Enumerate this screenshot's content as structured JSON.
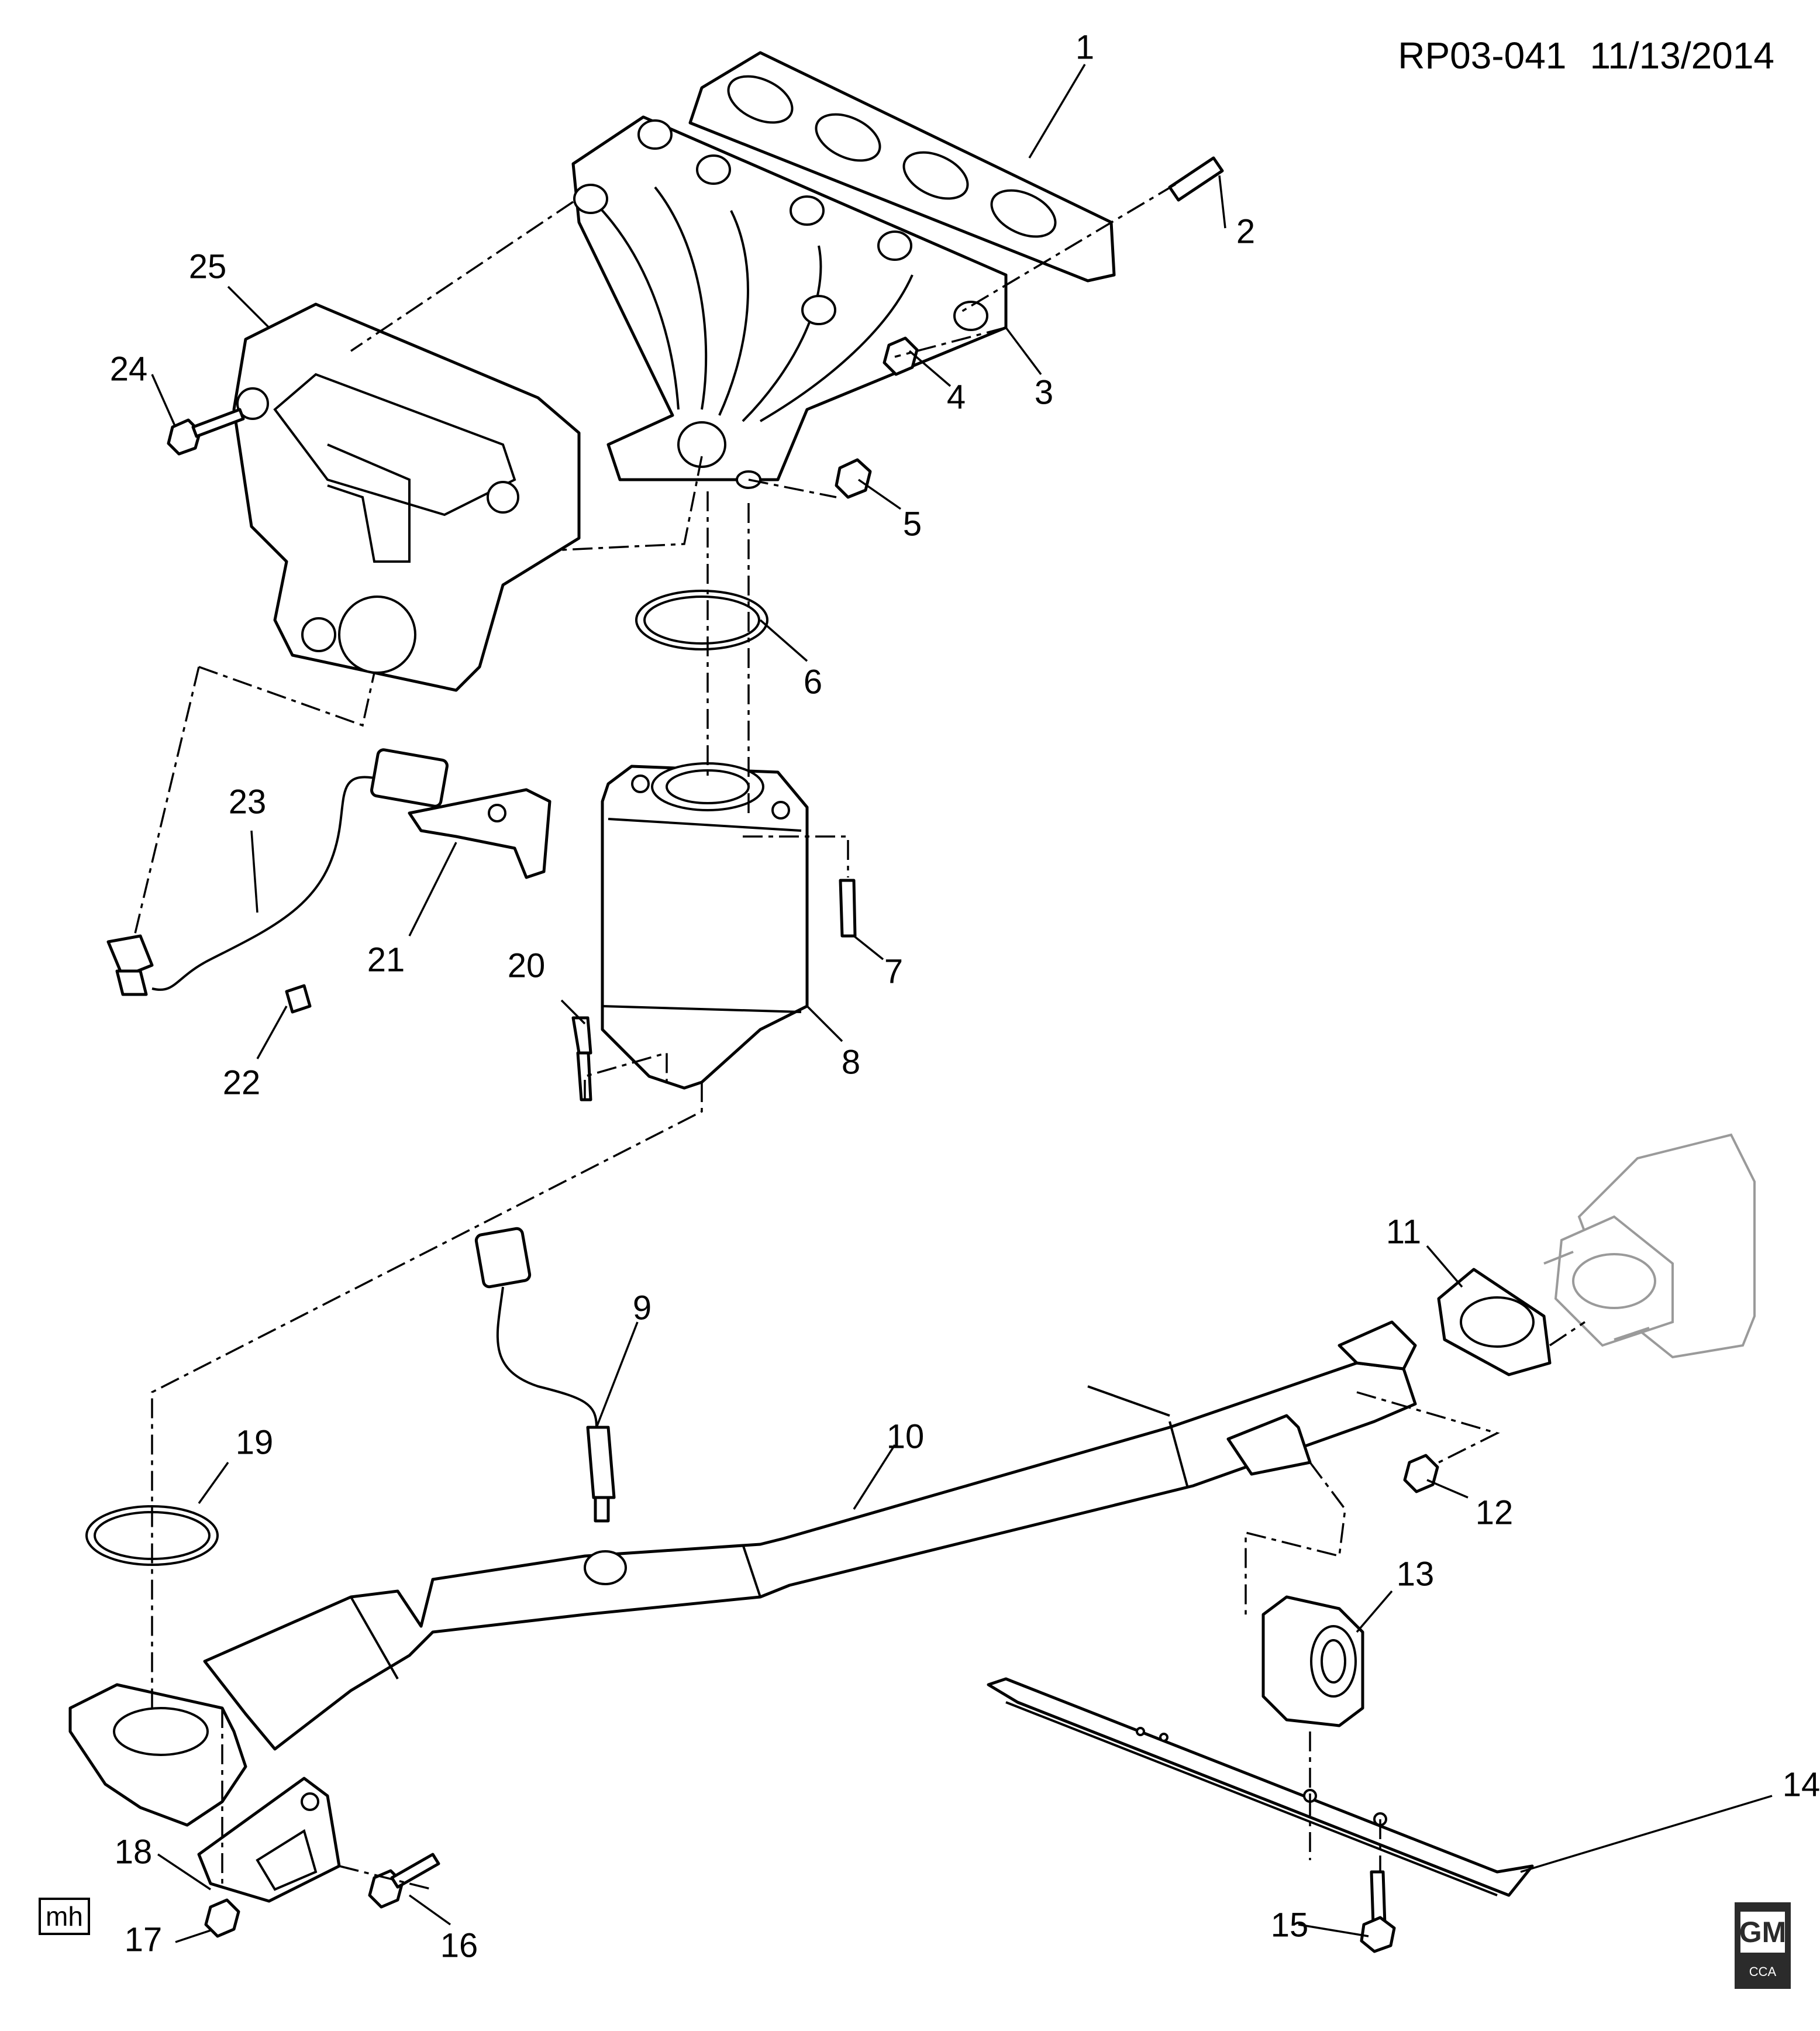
{
  "header": {
    "ref_code": "RP03-041",
    "date": "11/13/2014"
  },
  "footer": {
    "initials": "mh",
    "logo_text": "GM",
    "logo_subtext": "CCA"
  },
  "callouts": [
    "1",
    "2",
    "3",
    "4",
    "5",
    "6",
    "7",
    "8",
    "9",
    "10",
    "11",
    "12",
    "13",
    "14",
    "15",
    "16",
    "17",
    "18",
    "19",
    "20",
    "21",
    "22",
    "23",
    "24",
    "25"
  ]
}
